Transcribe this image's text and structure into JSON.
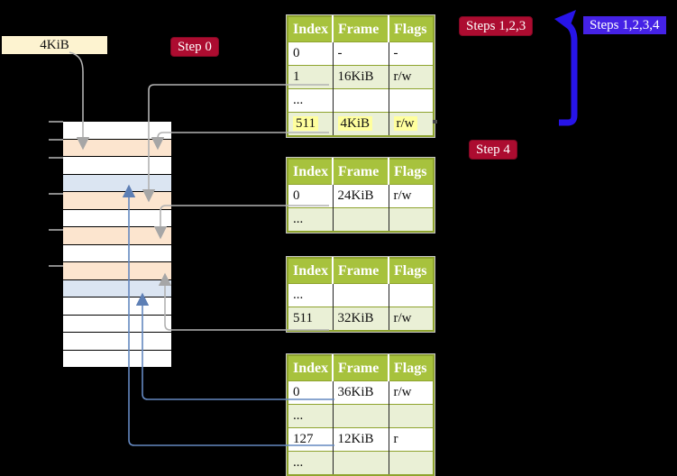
{
  "colors": {
    "background": "#000000",
    "table_header_bg": "#a7c23d",
    "table_border": "#8ea32e",
    "row_green": "#eaf0d6",
    "row_white": "#ffffff",
    "highlight_yellow": "#ffff9e",
    "mem_frame_peach": "#fce5cf",
    "mem_page_blue": "#dbe5f2",
    "badge_red": "#ac0c30",
    "badge_blue": "#4522e6",
    "arrow_gray": "#b2b2b2",
    "arrow_blue_thin": "#6488c0",
    "arrow_blue_thick": "#2714e8",
    "label_cream": "#fdf3d0"
  },
  "labels": {
    "page_size": "4KiB",
    "step0": "Step 0",
    "steps123": "Steps 1,2,3",
    "steps1234": "Steps 1,2,3,4",
    "step4": "Step 4"
  },
  "tables": [
    {
      "name": "page-table-level-1",
      "headers": [
        "Index",
        "Frame",
        "Flags"
      ],
      "rows": [
        {
          "cells": [
            "0",
            "-",
            "-"
          ],
          "shade": "white",
          "highlight": false
        },
        {
          "cells": [
            "1",
            "16KiB",
            "r/w"
          ],
          "shade": "green",
          "highlight": false
        },
        {
          "cells": [
            "...",
            "",
            ""
          ],
          "shade": "white",
          "highlight": false
        },
        {
          "cells": [
            "511",
            "4KiB",
            "r/w"
          ],
          "shade": "green",
          "highlight": true
        }
      ]
    },
    {
      "name": "page-table-level-2",
      "headers": [
        "Index",
        "Frame",
        "Flags"
      ],
      "rows": [
        {
          "cells": [
            "0",
            "24KiB",
            "r/w"
          ],
          "shade": "white",
          "highlight": false
        },
        {
          "cells": [
            "...",
            "",
            ""
          ],
          "shade": "green",
          "highlight": false
        }
      ]
    },
    {
      "name": "page-table-level-3",
      "headers": [
        "Index",
        "Frame",
        "Flags"
      ],
      "rows": [
        {
          "cells": [
            "...",
            "",
            ""
          ],
          "shade": "white",
          "highlight": false
        },
        {
          "cells": [
            "511",
            "32KiB",
            "r/w"
          ],
          "shade": "green",
          "highlight": false
        }
      ]
    },
    {
      "name": "page-table-level-4",
      "headers": [
        "Index",
        "Frame",
        "Flags"
      ],
      "rows": [
        {
          "cells": [
            "0",
            "36KiB",
            "r/w"
          ],
          "shade": "white",
          "highlight": false
        },
        {
          "cells": [
            "...",
            "",
            ""
          ],
          "shade": "green",
          "highlight": false
        },
        {
          "cells": [
            "127",
            "12KiB",
            "r"
          ],
          "shade": "white",
          "highlight": false
        },
        {
          "cells": [
            "...",
            "",
            ""
          ],
          "shade": "green",
          "highlight": false
        }
      ]
    }
  ],
  "memory": {
    "rows": [
      "white",
      "peach",
      "white",
      "blue",
      "peach",
      "white",
      "peach",
      "white",
      "peach",
      "blue",
      "white",
      "white",
      "white",
      "white"
    ],
    "tick_offsets": [
      0,
      20,
      40,
      80,
      120,
      160
    ]
  }
}
